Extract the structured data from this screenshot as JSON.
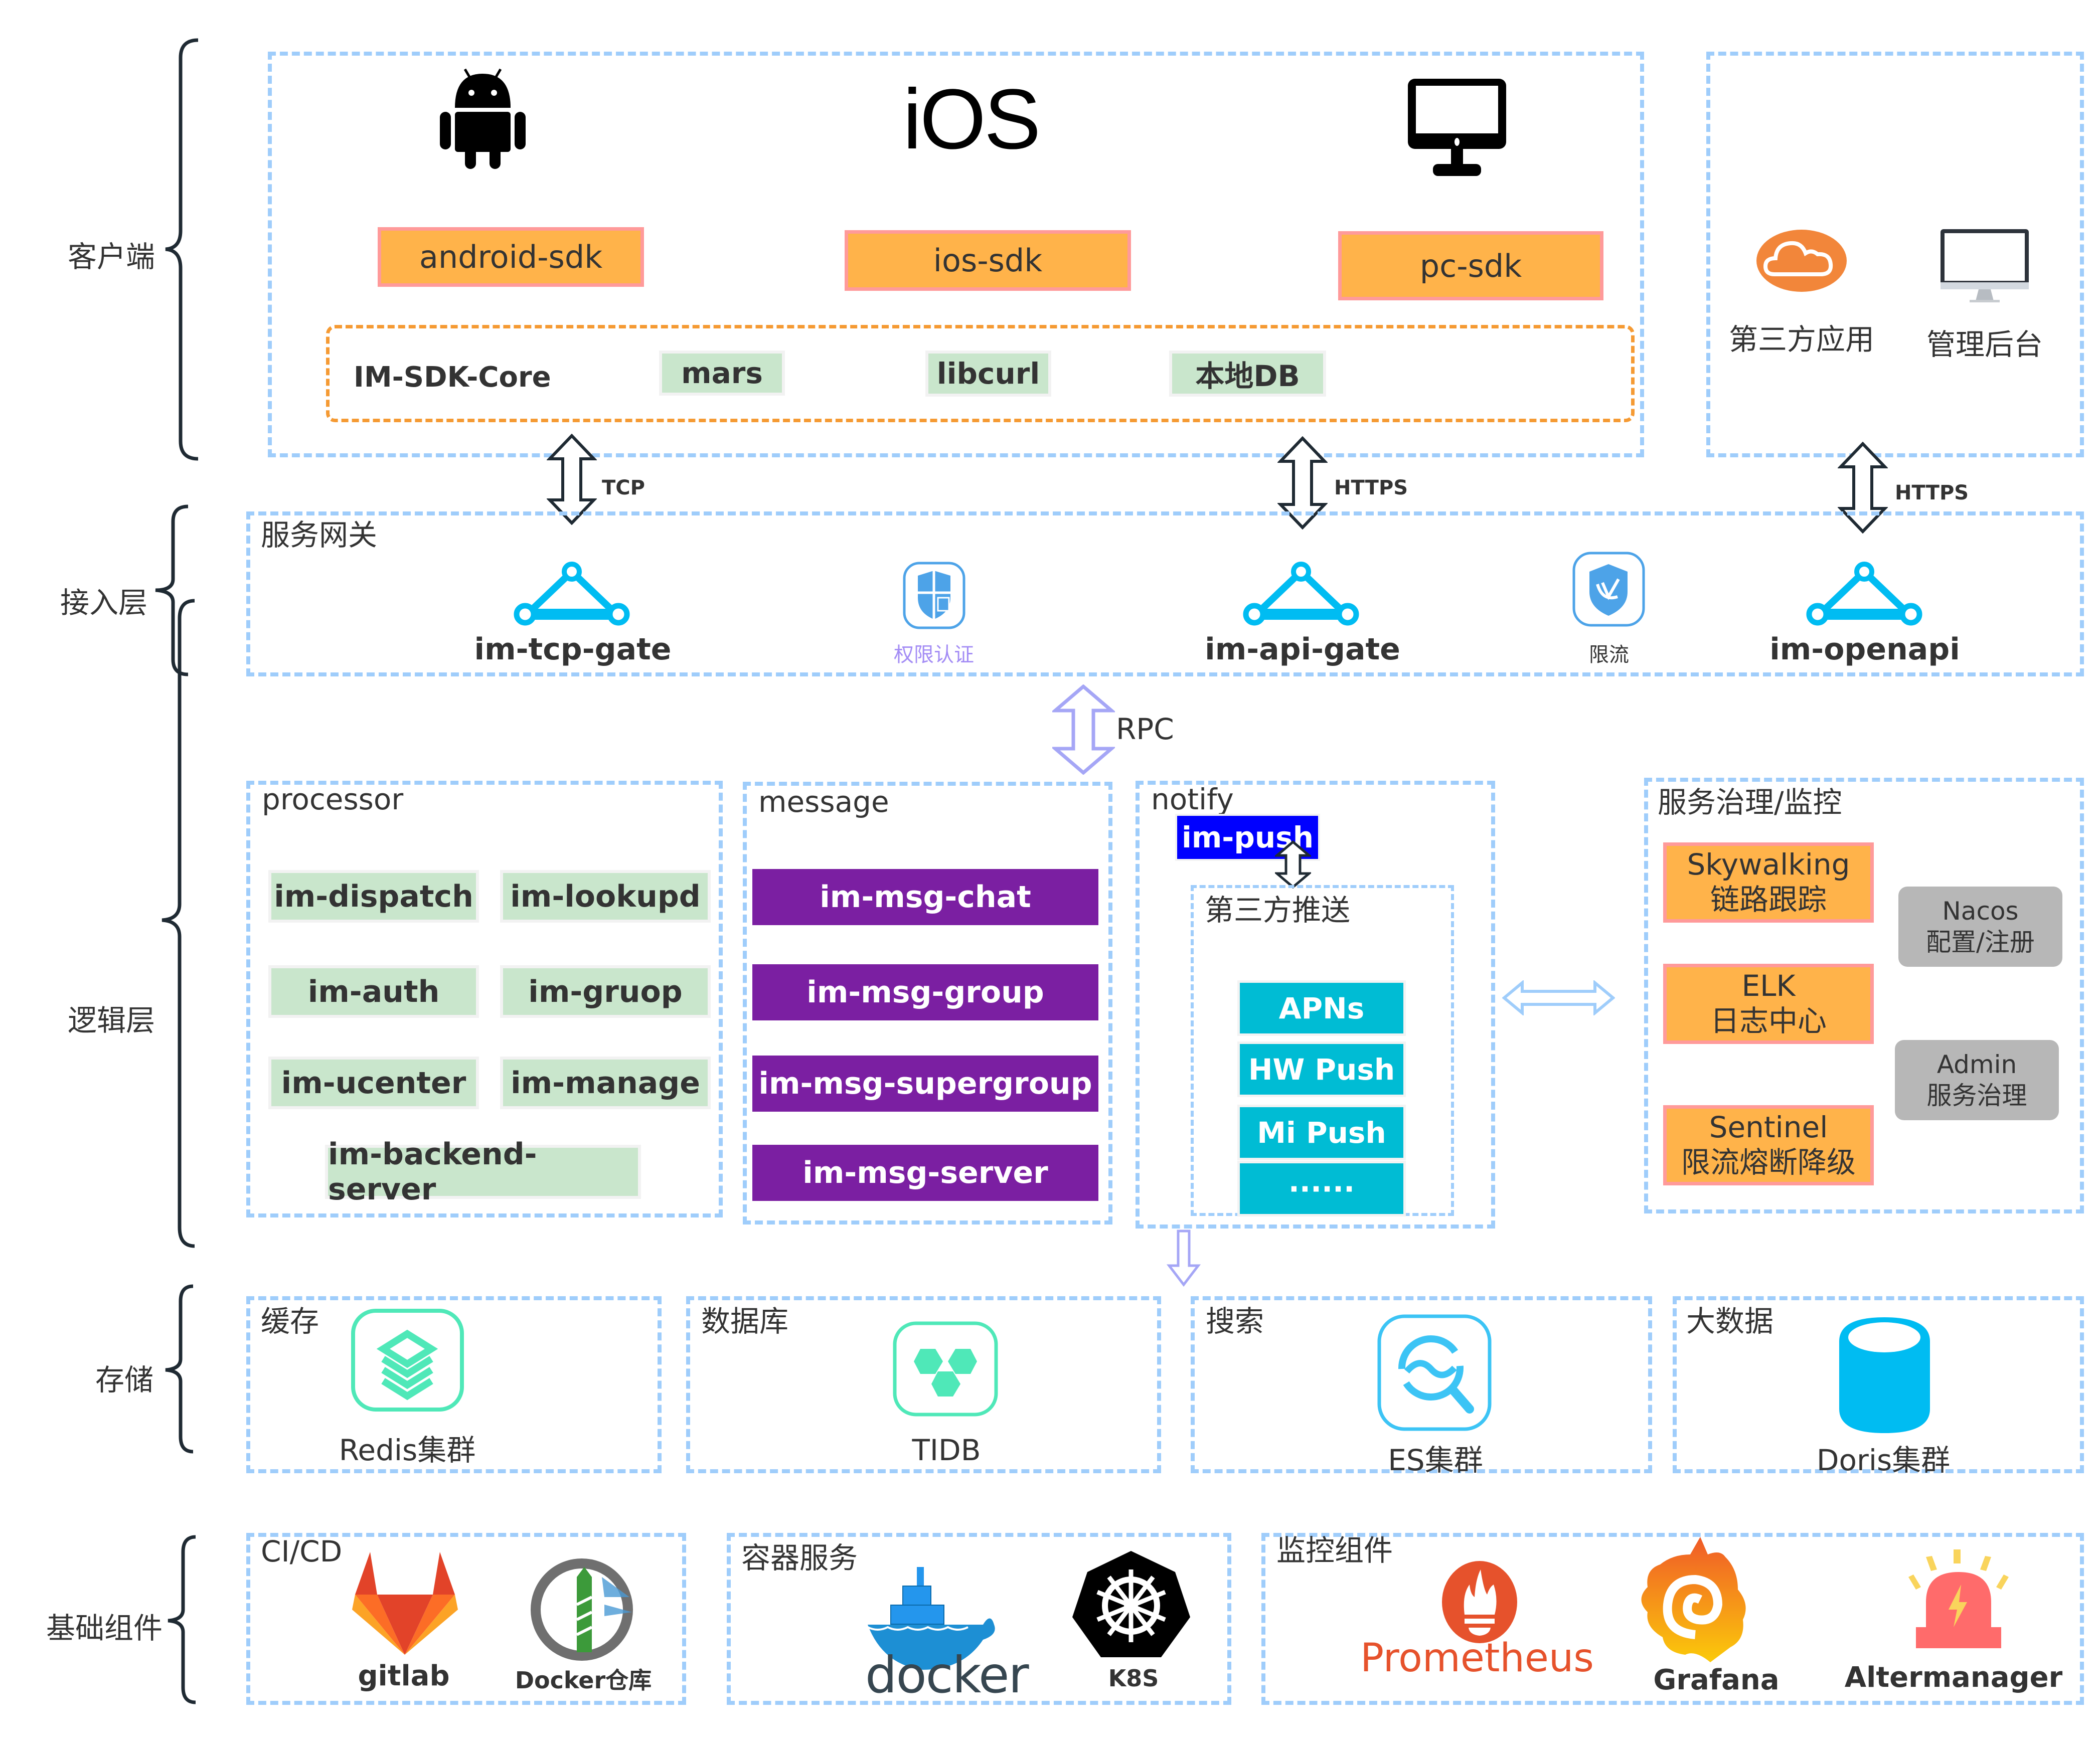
{
  "layers": {
    "client": "客户端",
    "access": "接入层",
    "logic": "逻辑层",
    "storage": "存储",
    "infra": "基础组件"
  },
  "client": {
    "platforms": [
      {
        "icon": "android-icon",
        "label": ""
      },
      {
        "icon": "ios-logo",
        "label": "iOS"
      },
      {
        "icon": "desktop-monitor-icon",
        "label": ""
      }
    ],
    "sdks": [
      "android-sdk",
      "ios-sdk",
      "pc-sdk"
    ],
    "core": {
      "title": "IM-SDK-Core",
      "modules": [
        "mars",
        "libcurl",
        "本地DB"
      ]
    },
    "third_party": [
      {
        "icon": "cloud-icon",
        "label": "第三方应用"
      },
      {
        "icon": "monitor-icon",
        "label": "管理后台"
      }
    ]
  },
  "connections": {
    "tcp": "TCP",
    "https_api": "HTTPS",
    "https_open": "HTTPS",
    "rpc": "RPC"
  },
  "gateway": {
    "title": "服务网关",
    "items": [
      {
        "icon": "gateway-triangle-icon",
        "label": "im-tcp-gate"
      },
      {
        "icon": "shield-lock-icon",
        "label": "权限认证"
      },
      {
        "icon": "gateway-triangle-icon",
        "label": "im-api-gate"
      },
      {
        "icon": "shield-check-icon",
        "label": "限流"
      },
      {
        "icon": "gateway-triangle-icon",
        "label": "im-openapi"
      }
    ]
  },
  "logic": {
    "processor": {
      "title": "processor",
      "services": [
        "im-dispatch",
        "im-lookupd",
        "im-auth",
        "im-gruop",
        "im-ucenter",
        "im-manage",
        "im-backend-server"
      ]
    },
    "message": {
      "title": "message",
      "services": [
        "im-msg-chat",
        "im-msg-group",
        "im-msg-supergroup",
        "im-msg-server"
      ]
    },
    "notify": {
      "title": "notify",
      "push": "im-push",
      "third_push_title": "第三方推送",
      "vendors": [
        "APNs",
        "HW Push",
        "Mi Push",
        "······"
      ]
    },
    "governance": {
      "title": "服务治理/监控",
      "items": [
        {
          "name": "Skywalking",
          "desc": "链路跟踪"
        },
        {
          "name": "ELK",
          "desc": "日志中心"
        },
        {
          "name": "Sentinel",
          "desc": "限流熔断降级"
        }
      ],
      "side_items": [
        {
          "name": "Nacos",
          "desc": "配置/注册"
        },
        {
          "name": "Admin",
          "desc": "服务治理"
        }
      ]
    }
  },
  "storage": [
    {
      "title": "缓存",
      "icon": "redis-stack-icon",
      "label": "Redis集群"
    },
    {
      "title": "数据库",
      "icon": "tidb-icon",
      "label": "TIDB"
    },
    {
      "title": "搜索",
      "icon": "search-es-icon",
      "label": "ES集群"
    },
    {
      "title": "大数据",
      "icon": "database-cylinder-icon",
      "label": "Doris集群"
    }
  ],
  "infra": {
    "cicd": {
      "title": "CI/CD",
      "items": [
        {
          "icon": "gitlab-icon",
          "label": "gitlab"
        },
        {
          "icon": "harbor-lighthouse-icon",
          "label": "Docker仓库"
        }
      ]
    },
    "container": {
      "title": "容器服务",
      "items": [
        {
          "icon": "docker-whale-icon",
          "label": "docker"
        },
        {
          "icon": "kubernetes-helm-icon",
          "label": "K8S"
        }
      ]
    },
    "monitor": {
      "title": "监控组件",
      "items": [
        {
          "icon": "prometheus-torch-icon",
          "label": "Prometheus"
        },
        {
          "icon": "grafana-icon",
          "label": "Grafana"
        },
        {
          "icon": "alarm-siren-icon",
          "label": "Altermanager"
        }
      ]
    }
  },
  "colors": {
    "dashed_border": "#9fcdfb",
    "sdk_fill": "#ffb34a",
    "sdk_border": "#ff9a9a",
    "module_green": "#c9e6cc",
    "message_purple": "#7b1fa2",
    "push_blue": "#0000ff",
    "vendor_cyan": "#00bcd4",
    "gateway_cyan": "#00bcf2",
    "prometheus_red": "#e6522c"
  }
}
